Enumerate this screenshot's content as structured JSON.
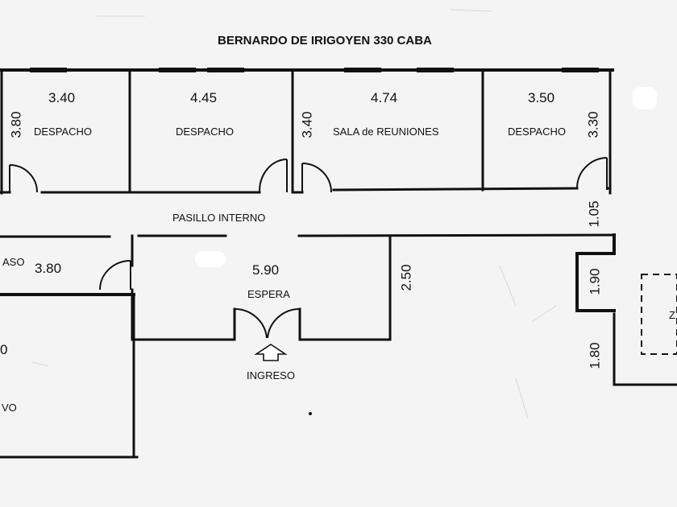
{
  "title": "BERNARDO DE IRIGOYEN 330 CABA",
  "rooms": [
    {
      "width": "3.40",
      "name": "DESPACHO",
      "depth": "3.80"
    },
    {
      "width": "4.45",
      "name": "DESPACHO"
    },
    {
      "width": "4.74",
      "name": "SALA de REUNIONES",
      "depth": "3.40"
    },
    {
      "width": "3.50",
      "name": "DESPACHO",
      "depth": "3.30"
    }
  ],
  "corridor": {
    "name": "PASILLO INTERNO",
    "width": "1.05"
  },
  "left_room": {
    "partial_name": "ASO",
    "width": "3.80"
  },
  "bottom_left": {
    "partial_dim": "0",
    "partial_name": "VO"
  },
  "waiting": {
    "width": "5.90",
    "name": "ESPERA",
    "depth": "2.50"
  },
  "entrance": {
    "label": "INGRESO"
  },
  "right": {
    "notch": "1.90",
    "lower": "1.80",
    "partial": "Z"
  },
  "colors": {
    "wall": "#111111",
    "paper": "#f4f4f4",
    "ink": "#111111"
  }
}
